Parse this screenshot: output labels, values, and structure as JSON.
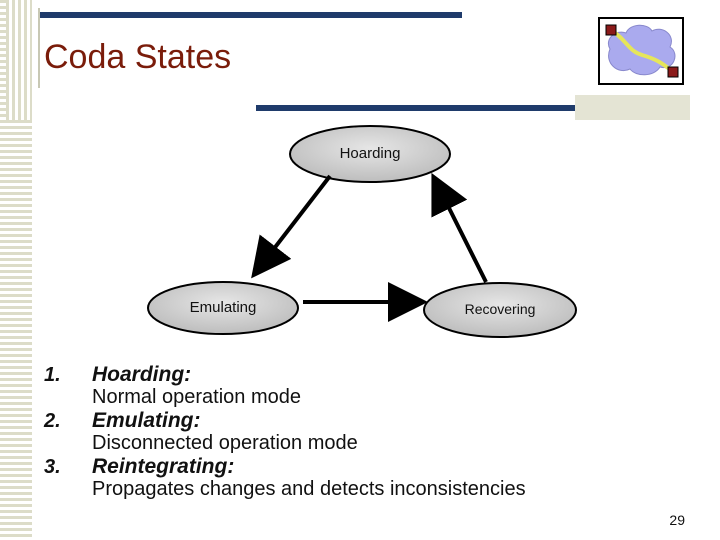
{
  "slide": {
    "title": "Coda States",
    "page_number": "29"
  },
  "diagram": {
    "nodes": {
      "hoarding": "Hoarding",
      "emulating": "Emulating",
      "recovering": "Recovering"
    }
  },
  "list": [
    {
      "number": "1.",
      "heading": "Hoarding:",
      "description": "Normal operation mode"
    },
    {
      "number": "2.",
      "heading": "Emulating:",
      "description": "Disconnected operation mode"
    },
    {
      "number": "3.",
      "heading": "Reintegrating:",
      "description": "Propagates  changes and detects inconsistencies"
    }
  ],
  "colors": {
    "title": "#7a1c0a",
    "accent_bar": "#1f3b6b",
    "node_fill": "#c8c8c8",
    "logo_cloud": "#aaaaee",
    "logo_path": "#e6e65a",
    "logo_marker": "#8b1a1a"
  }
}
